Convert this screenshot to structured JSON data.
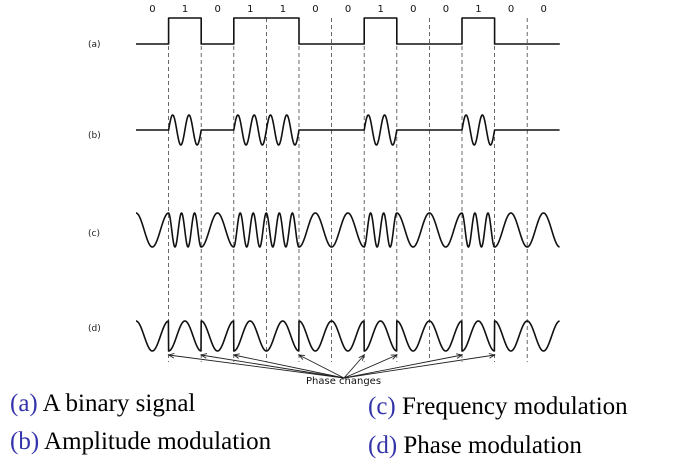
{
  "bits": [
    "0",
    "1",
    "0",
    "1",
    "1",
    "0",
    "0",
    "1",
    "0",
    "0",
    "1",
    "0",
    "0"
  ],
  "rows": {
    "a": "(a)",
    "b": "(b)",
    "c": "(c)",
    "d": "(d)"
  },
  "phase_label": "Phase changes",
  "legend": {
    "a": {
      "key": "(a)",
      "text": " A binary signal"
    },
    "b": {
      "key": "(b)",
      "text": " Amplitude modulation"
    },
    "c": {
      "key": "(c)",
      "text": " Frequency modulation"
    },
    "d": {
      "key": "(d)",
      "text": " Phase modulation"
    }
  },
  "colors": {
    "legend_key": "#3333aa",
    "ink": "#111111"
  }
}
